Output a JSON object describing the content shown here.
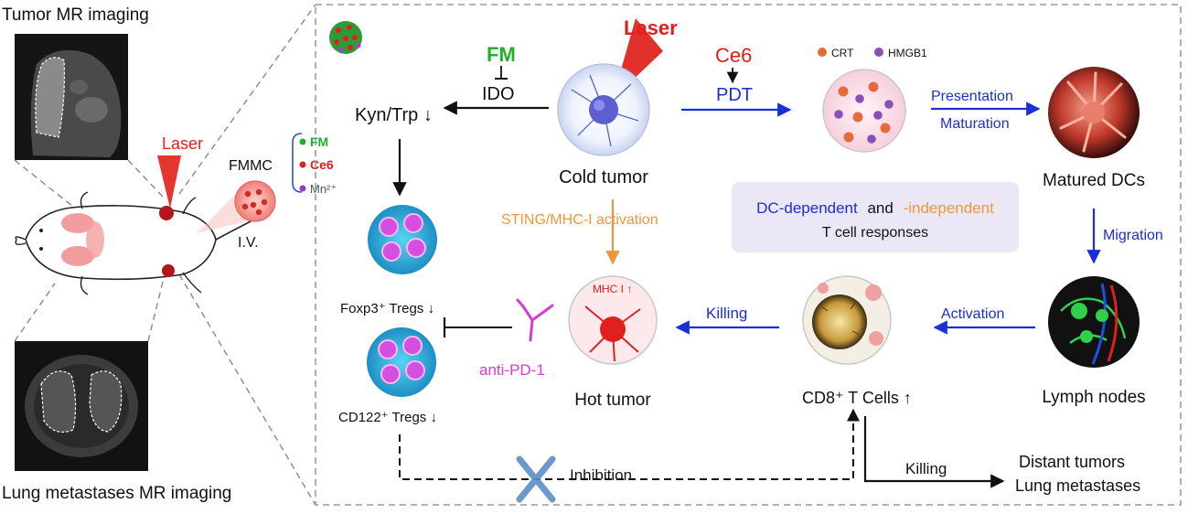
{
  "left_panel": {
    "tumor_mr_title": "Tumor MR imaging",
    "lung_mr_title": "Lung metastases MR imaging",
    "laser_label": "Laser",
    "fmmc_label": "FMMC",
    "iv_label": "I.V.",
    "components": [
      "FM",
      "Ce6",
      "Mn²⁺"
    ]
  },
  "pathway": {
    "fm_label": "FM",
    "ido_label": "IDO",
    "laser_label": "Laser",
    "ce6_label": "Ce6",
    "pdt_label": "PDT",
    "kyn_trp_label": "Kyn/Trp ↓",
    "cold_tumor_label": "Cold tumor",
    "crt_label": "CRT",
    "hmgb1_label": "HMGB1",
    "presentation_label": "Presentation",
    "maturation_label": "Maturation",
    "matured_dcs_label": "Matured DCs",
    "sting_label": "STING/MHC-I activation",
    "dc_dependent_label": "DC-dependent",
    "and_label": "and",
    "independent_label": "-independent",
    "t_cell_responses_label": "T cell  responses",
    "migration_label": "Migration",
    "foxp3_label": "Foxp3⁺ Tregs ↓",
    "cd122_label": "CD122⁺ Tregs ↓",
    "anti_pd1_label": "anti-PD-1",
    "mhc_label": "MHC I ↑",
    "hot_tumor_label": "Hot tumor",
    "killing_label": "Killing",
    "cd8_label": "CD8⁺ T Cells ↑",
    "activation_label": "Activation",
    "lymph_nodes_label": "Lymph nodes",
    "inhibition_label": "Inhibition",
    "killing2_label": "Killing",
    "distant_tumors_label": "Distant tumors",
    "lung_metastases_label": "Lung metastases"
  },
  "colors": {
    "blue": "#1a2fd6",
    "orange": "#f0963a",
    "red": "#e0201a",
    "green": "#22b02a",
    "magenta": "#d63bd6",
    "purple": "#8a3fc0",
    "dashed_gray": "#9a9a9a",
    "callout_bg": "#ece7f7"
  }
}
